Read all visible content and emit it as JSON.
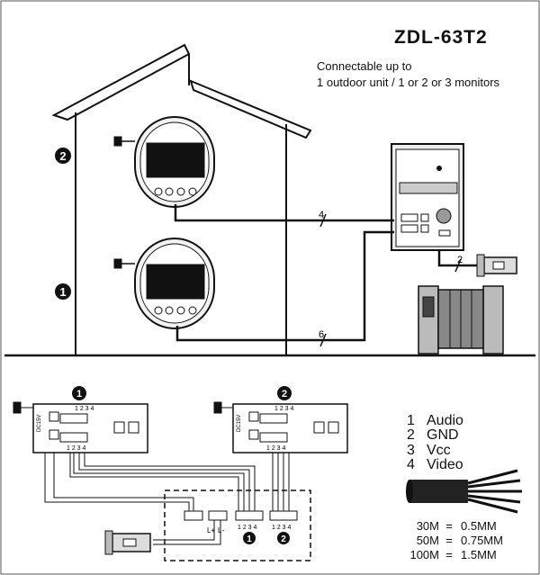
{
  "title": "ZDL-63T2",
  "description": [
    "Connectable up to",
    "1 outdoor unit / 1 or 2 or 3 monitors"
  ],
  "floor_labels": [
    "2",
    "1"
  ],
  "cable_labels": [
    "4",
    "2",
    "6"
  ],
  "module_labels": [
    "1",
    "2"
  ],
  "module_pins": "1 2 3 4",
  "power_label": "DC15V",
  "lock_labels": [
    "L+",
    "L-"
  ],
  "wire_legend": [
    {
      "num": "1",
      "name": "Audio"
    },
    {
      "num": "2",
      "name": "GND"
    },
    {
      "num": "3",
      "name": "Vcc"
    },
    {
      "num": "4",
      "name": "Video"
    }
  ],
  "gauge_table": [
    {
      "length": "30M",
      "gauge": "0.5MM"
    },
    {
      "length": "50M",
      "gauge": "0.75MM"
    },
    {
      "length": "100M",
      "gauge": "1.5MM"
    }
  ]
}
